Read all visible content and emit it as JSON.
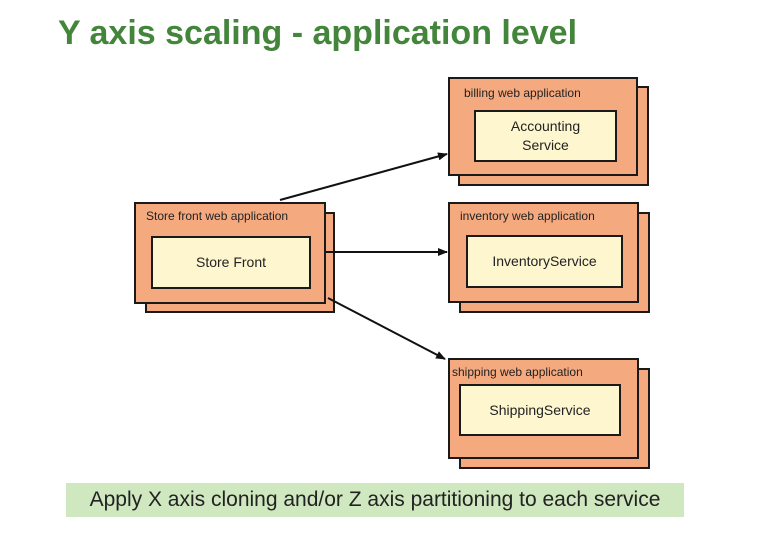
{
  "title": "Y axis scaling - application level",
  "diagram": {
    "store_front": {
      "app_label": "Store front web application",
      "service_label": "Store Front"
    },
    "billing": {
      "app_label": "billing web application",
      "service_label": "Accounting Service"
    },
    "inventory": {
      "app_label": "inventory web application",
      "service_label": "InventoryService"
    },
    "shipping": {
      "app_label": "shipping web application",
      "service_label": "ShippingService"
    }
  },
  "footer": "Apply X axis cloning and/or Z axis partitioning to each service"
}
